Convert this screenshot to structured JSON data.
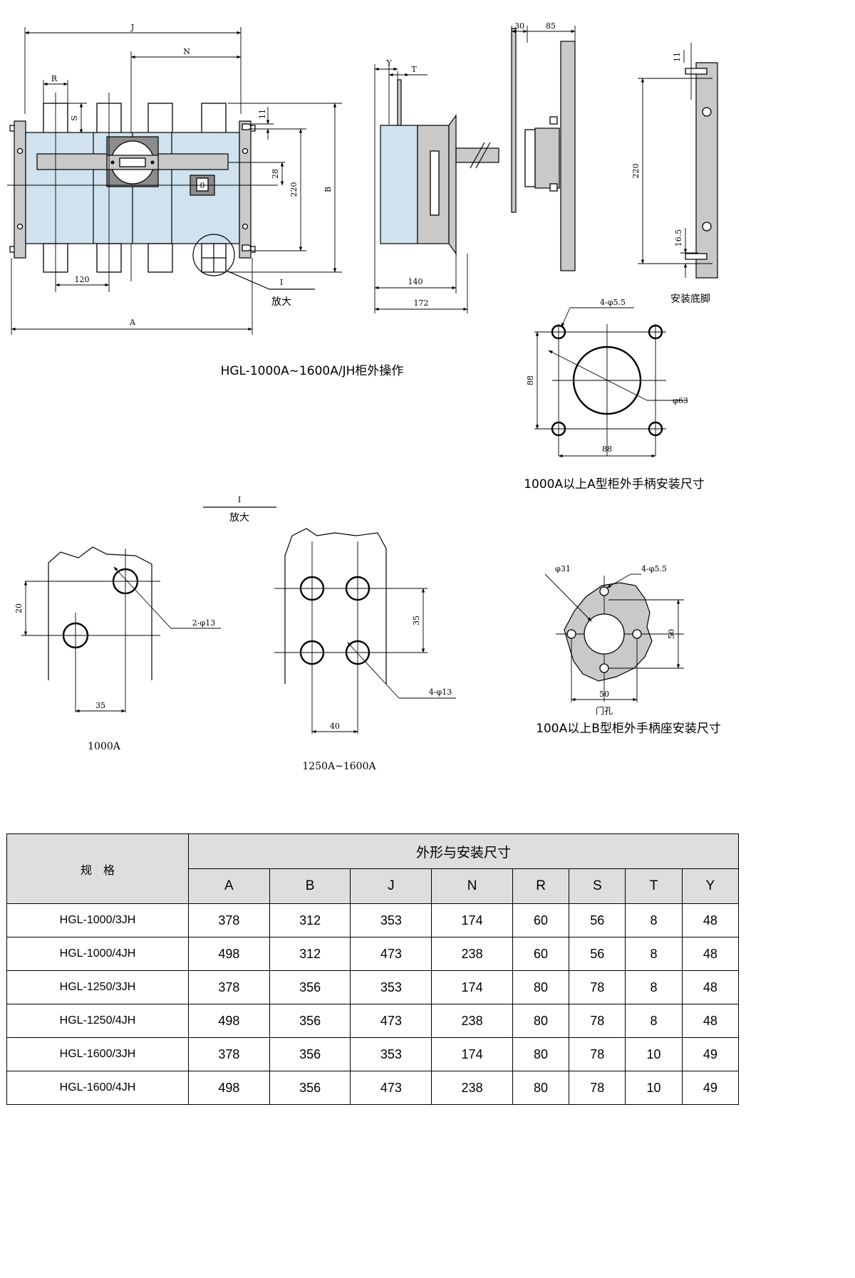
{
  "drawing": {
    "main_caption": "HGL-1000A~1600A/JH柜外操作",
    "front_view": {
      "dim_J": "J",
      "dim_N": "N",
      "dim_R": "R",
      "dim_S": "S",
      "dim_11": "11",
      "dim_28": "28",
      "dim_220": "220",
      "dim_B": "B",
      "dim_120": "120",
      "dim_A": "A",
      "handle_label": "0",
      "detail_marker": "I",
      "detail_label": "放大"
    },
    "side_view": {
      "dim_Y": "Y",
      "dim_T": "T",
      "dim_30": "30",
      "dim_85": "85",
      "dim_140": "140",
      "dim_172": "172"
    },
    "foot": {
      "dim_11": "11",
      "dim_220": "220",
      "dim_16_5": "16.5",
      "caption": "安装底脚"
    },
    "handle_a": {
      "holes": "4-φ5.5",
      "dim_88_v": "88",
      "dim_88_h": "88",
      "bore": "φ63",
      "caption": "1000A以上A型柜外手柄安装尺寸"
    },
    "detail_title": {
      "marker": "I",
      "label": "放大"
    },
    "detail_1000": {
      "dim_20": "20",
      "holes": "2-φ13",
      "dim_35": "35",
      "caption": "1000A"
    },
    "detail_1600": {
      "dim_35": "35",
      "holes": "4-φ13",
      "dim_40": "40",
      "caption": "1250A~1600A"
    },
    "handle_b": {
      "bore": "φ31",
      "holes": "4-φ5.5",
      "dim_50_v": "50",
      "dim_50_h": "50",
      "door_hole": "门孔",
      "caption": "100A以上B型柜外手柄座安装尺寸"
    }
  },
  "table": {
    "header_model": "规　格",
    "header_group": "外形与安装尺寸",
    "columns": [
      "A",
      "B",
      "J",
      "N",
      "R",
      "S",
      "T",
      "Y"
    ],
    "rows": [
      {
        "model": "HGL-1000/3JH",
        "values": [
          "378",
          "312",
          "353",
          "174",
          "60",
          "56",
          "8",
          "48"
        ]
      },
      {
        "model": "HGL-1000/4JH",
        "values": [
          "498",
          "312",
          "473",
          "238",
          "60",
          "56",
          "8",
          "48"
        ]
      },
      {
        "model": "HGL-1250/3JH",
        "values": [
          "378",
          "356",
          "353",
          "174",
          "80",
          "78",
          "8",
          "48"
        ]
      },
      {
        "model": "HGL-1250/4JH",
        "values": [
          "498",
          "356",
          "473",
          "238",
          "80",
          "78",
          "8",
          "48"
        ]
      },
      {
        "model": "HGL-1600/3JH",
        "values": [
          "378",
          "356",
          "353",
          "174",
          "80",
          "78",
          "10",
          "49"
        ]
      },
      {
        "model": "HGL-1600/4JH",
        "values": [
          "498",
          "356",
          "473",
          "238",
          "80",
          "78",
          "10",
          "49"
        ]
      }
    ]
  },
  "colors": {
    "body": "#cfe2ee",
    "gray": "#c9c9c9",
    "table_header": "#dedede"
  }
}
